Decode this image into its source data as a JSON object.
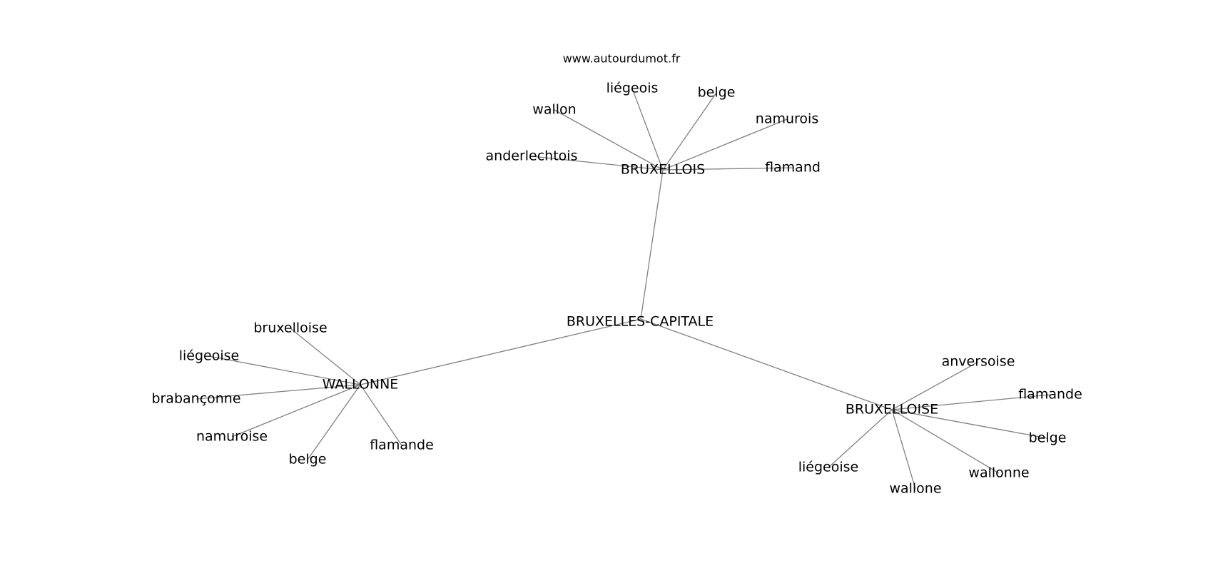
{
  "source": "www.autourdumot.fr",
  "graph": {
    "center": "BRUXELLES-CAPITALE",
    "hubs": [
      {
        "label": "BRUXELLOIS",
        "neighbors": [
          "liégeois",
          "belge",
          "wallon",
          "namurois",
          "anderlechtois",
          "flamand"
        ]
      },
      {
        "label": "WALLONNE",
        "neighbors": [
          "bruxelloise",
          "liégeoise",
          "brabançonne",
          "namuroise",
          "belge",
          "flamande"
        ]
      },
      {
        "label": "BRUXELLOISE",
        "neighbors": [
          "anversoise",
          "flamande",
          "belge",
          "wallonne",
          "wallone",
          "liégeoise"
        ]
      }
    ]
  }
}
